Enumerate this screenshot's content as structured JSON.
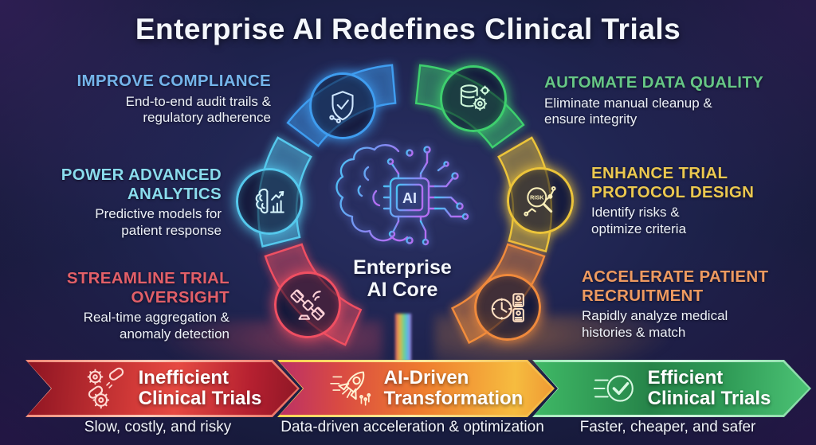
{
  "title": "Enterprise AI Redefines Clinical Trials",
  "center": {
    "chip_label": "AI",
    "title_line1": "Enterprise",
    "title_line2": "AI Core"
  },
  "callouts": [
    {
      "heading": "IMPROVE COMPLIANCE",
      "body": "End-to-end audit trails & regulatory adherence",
      "color": "#74b4ea"
    },
    {
      "heading": "AUTOMATE DATA QUALITY",
      "body": "Eliminate manual cleanup & ensure integrity",
      "color": "#66c785"
    },
    {
      "heading": "POWER ADVANCED ANALYTICS",
      "body": "Predictive models for patient response",
      "color": "#8adced"
    },
    {
      "heading": "ENHANCE TRIAL PROTOCOL DESIGN",
      "body": "Identify risks & optimize criteria",
      "color": "#ebc84f"
    },
    {
      "heading": "STREAMLINE TRIAL OVERSIGHT",
      "body": "Real-time aggregation & anomaly detection",
      "color": "#e25f68"
    },
    {
      "heading": "ACCELERATE PATIENT RECRUITMENT",
      "body": "Rapidly analyze medical histories & match",
      "color": "#ee9a60"
    }
  ],
  "ring": {
    "segments": [
      {
        "name": "compliance",
        "icon": "shield-check-icon",
        "color": "#3f9df0"
      },
      {
        "name": "data-quality",
        "icon": "database-gear-icon",
        "color": "#3ecf6e"
      },
      {
        "name": "protocol-design",
        "icon": "risk-magnifier-icon",
        "color": "#ecc43a",
        "label": "RISK"
      },
      {
        "name": "patient-recruitment",
        "icon": "clock-id-cards-icon",
        "color": "#f08a3c"
      },
      {
        "name": "trial-oversight",
        "icon": "satellite-icon",
        "color": "#f04f62"
      },
      {
        "name": "analytics",
        "icon": "brain-chart-icon",
        "color": "#55c8ec"
      }
    ]
  },
  "banners": [
    {
      "title_line1": "Inefficient",
      "title_line2": "Clinical Trials",
      "caption": "Slow, costly, and risky",
      "icon": "broken-chain-gears-icon",
      "color_start": "#8e1422",
      "color_end": "#e64a42"
    },
    {
      "title_line1": "AI-Driven",
      "title_line2": "Transformation",
      "caption": "Data-driven acceleration & optimization",
      "icon": "rocket-icon",
      "color_start": "#bb3066",
      "color_end": "#f6bc3f"
    },
    {
      "title_line1": "Efficient",
      "title_line2": "Clinical Trials",
      "caption": "Faster, cheaper, and safer",
      "icon": "fast-check-icon",
      "color_start": "#3fb966",
      "color_end": "#4cc375"
    }
  ]
}
